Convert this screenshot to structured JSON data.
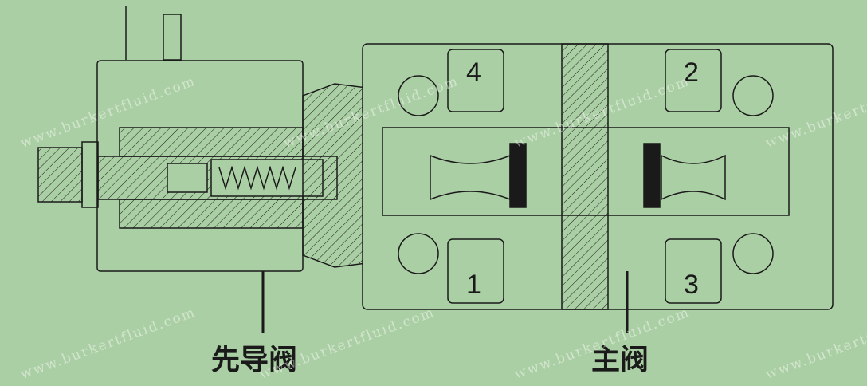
{
  "labels": {
    "pilot_valve": "先导阀",
    "main_valve": "主阀"
  },
  "ports": [
    "4",
    "2",
    "1",
    "3"
  ],
  "watermark": "www.burkertfluid.com",
  "colors": {
    "background": "#abcfa4",
    "line": "#1a1a1a"
  }
}
